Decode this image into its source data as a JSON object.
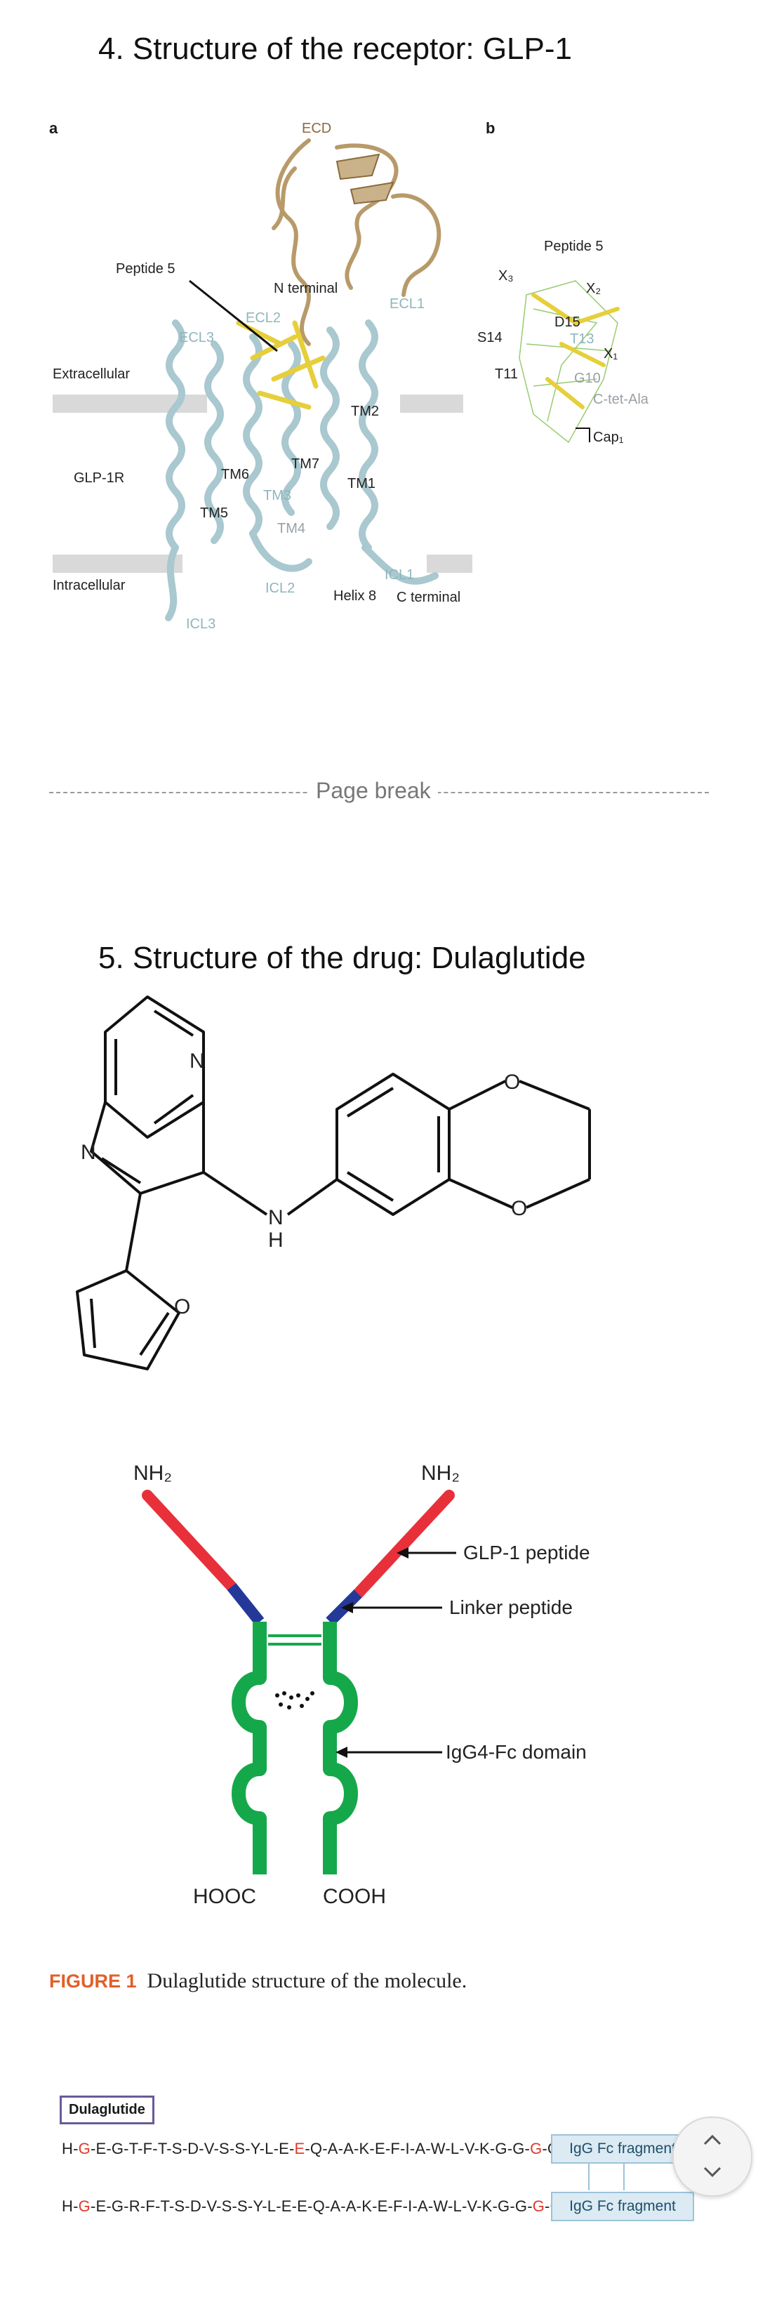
{
  "section4": {
    "title": "4.   Structure of the receptor: GLP-1",
    "panel_a": "a",
    "panel_b": "b",
    "labels": {
      "ecd": "ECD",
      "peptide5": "Peptide 5",
      "n_terminal": "N terminal",
      "ecl1": "ECL1",
      "ecl2": "ECL2",
      "ecl3": "ECL3",
      "extracellular": "Extracellular",
      "glp1r": "GLP-1R",
      "intracellular": "Intracellular",
      "tm1": "TM1",
      "tm2": "TM2",
      "tm3": "TM3",
      "tm4": "TM4",
      "tm5": "TM5",
      "tm6": "TM6",
      "tm7": "TM7",
      "icl1": "ICL1",
      "icl2": "ICL2",
      "icl3": "ICL3",
      "helix8": "Helix 8",
      "c_terminal": "C terminal"
    },
    "panel_b_labels": {
      "peptide5": "Peptide 5",
      "x3": "X₃",
      "x2": "X₂",
      "x1": "X₁",
      "d15": "D15",
      "t13": "T13",
      "s14": "S14",
      "t11": "T11",
      "g10": "G10",
      "ctet": "C-tet-Ala",
      "cap": "Cap₁"
    }
  },
  "pagebreak": {
    "label": "Page break"
  },
  "section5": {
    "title": "5.   Structure of the drug: Dulaglutide",
    "molecule_atoms": {
      "n_ring": "N",
      "n_bridge": "N",
      "nh_n": "N",
      "nh_h": "H",
      "o_furan": "O",
      "o_top": "O",
      "o_bottom": "O"
    },
    "antibody": {
      "nh2_left": "NH₂",
      "nh2_right": "NH₂",
      "glp1_peptide": "GLP-1 peptide",
      "linker_peptide": "Linker peptide",
      "fc_domain": "IgG4-Fc domain",
      "hooc": "HOOC",
      "cooh": "COOH"
    },
    "figure_caption": {
      "number": "FIGURE 1",
      "text": "Dulaglutide structure of the molecule."
    },
    "sequence": {
      "label": "Dulaglutide",
      "line1": [
        {
          "t": "H-",
          "red": false
        },
        {
          "t": "G",
          "red": true
        },
        {
          "t": "-E-G-T-F-T-S-D-V-S-S-Y-L-E-",
          "red": false
        },
        {
          "t": "E",
          "red": true
        },
        {
          "t": "-Q-A-A-K-E-F-I-A-W-L-V-K-G-G-",
          "red": false
        },
        {
          "t": "G",
          "red": true
        },
        {
          "t": "-G-",
          "red": false
        }
      ],
      "line2": [
        {
          "t": "H-",
          "red": false
        },
        {
          "t": "G",
          "red": true
        },
        {
          "t": "-E-G-R-F-T-S-D-V-S-S-Y-L-E-E-Q-A-A-K-E-F-I-A-W-L-V-K-G-G-",
          "red": false
        },
        {
          "t": "G",
          "red": true
        },
        {
          "t": "-G-",
          "red": false
        }
      ],
      "fc_fragment_1": "IgG Fc fragment",
      "fc_fragment_2": "IgG Fc fragment"
    }
  },
  "colors": {
    "glp1_peptide": "#e8303a",
    "linker": "#24389a",
    "fc_domain": "#15a84a",
    "helix": "#a9c8cf",
    "ecd": "#b89a6a",
    "ligand": "#e6cf3a"
  },
  "nav": {
    "up_icon": "chevron-up-icon",
    "down_icon": "chevron-down-icon"
  }
}
